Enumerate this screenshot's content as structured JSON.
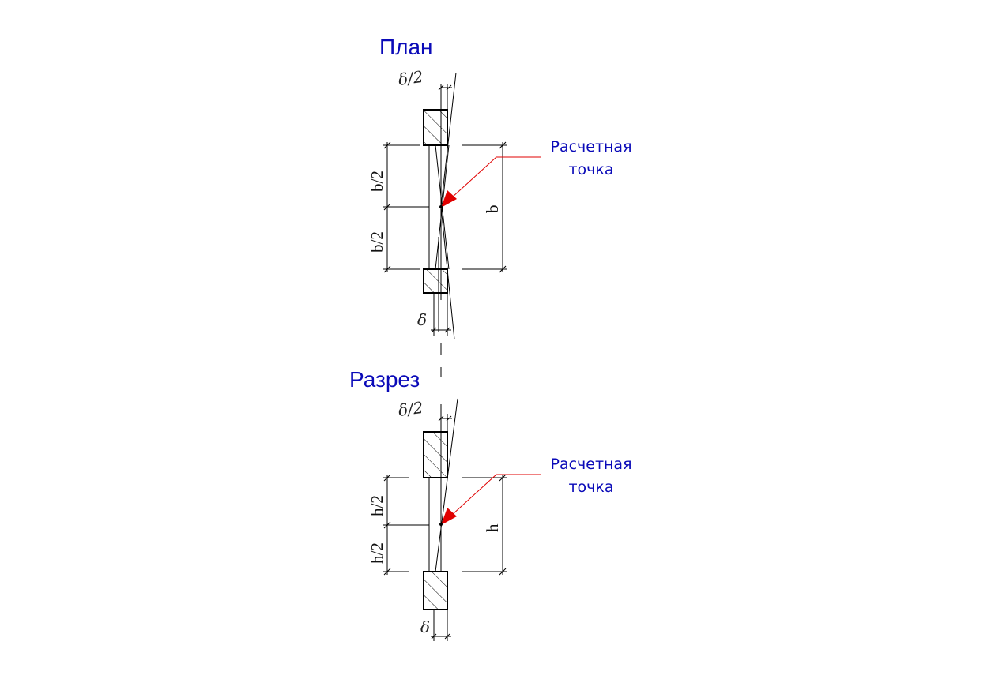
{
  "plan": {
    "title": "План",
    "note_line1": "Расчетная",
    "note_line2": "точка",
    "half_width_label": "b/2",
    "width_label": "b",
    "half_delta_label": "δ/2",
    "delta_label": "δ"
  },
  "section": {
    "title": "Разрез",
    "note_line1": "Расчетная",
    "note_line2": "точка",
    "half_height_label": "h/2",
    "height_label": "h",
    "half_delta_label": "δ/2",
    "delta_label": "δ"
  },
  "colors": {
    "title": "#0a0ab8",
    "note": "#0a0ab8",
    "leader_arrow": "#e00000",
    "lines": "#000000"
  }
}
